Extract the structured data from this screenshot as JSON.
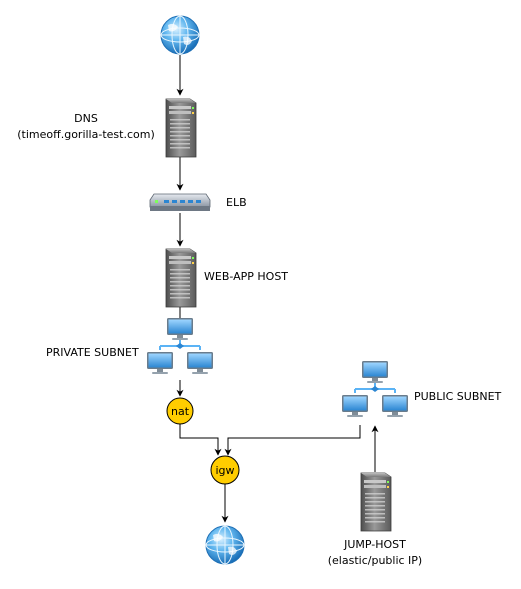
{
  "labels": {
    "dns_line1": "DNS",
    "dns_line2": "(timeoff.gorilla-test.com)",
    "elb": "ELB",
    "webapp": "WEB-APP HOST",
    "private_subnet": "PRIVATE SUBNET",
    "public_subnet": "PUBLIC SUBNET",
    "jump_line1": "JUMP-HOST",
    "jump_line2": "(elastic/public IP)",
    "nat": "nat",
    "igw": "igw"
  },
  "colors": {
    "node_fill": "#FFCD00",
    "globe": "#2E8FD8",
    "monitor": "#3C9AE0",
    "server": "#6E6E6E",
    "edge": "#000000"
  },
  "icons": {
    "globe": "globe-icon",
    "server": "server-icon",
    "load_balancer": "load-balancer-icon",
    "network": "network-icon"
  }
}
